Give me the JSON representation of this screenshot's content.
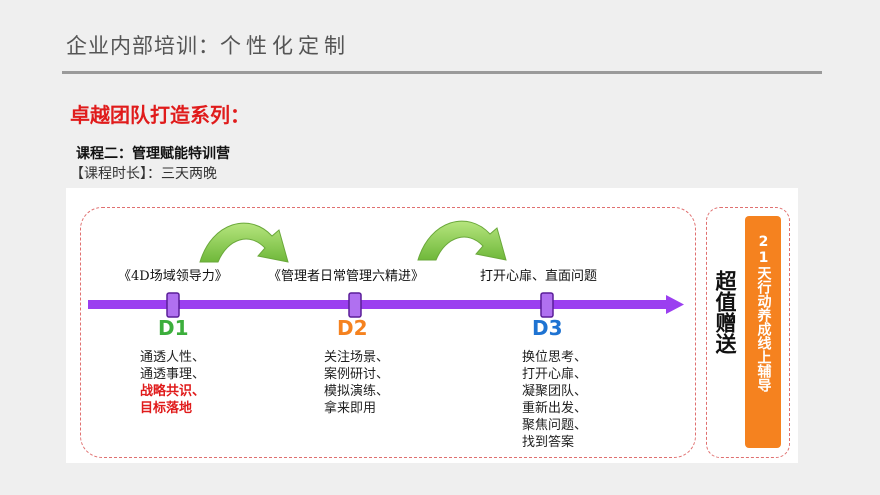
{
  "header": {
    "title": "企业内部培训：",
    "title_accent": "个性化定制"
  },
  "series": {
    "title": "卓越团队打造系列："
  },
  "course": {
    "name": "课程二：管理赋能特训营",
    "duration": "【课程时长】：三天两晚"
  },
  "modules": [
    {
      "title": "《4D场域领导力》"
    },
    {
      "title": "《管理者日常管理六精进》"
    },
    {
      "title": "打开心扉、直面问题"
    }
  ],
  "days": [
    {
      "label": "D1",
      "color": "#3cae3c",
      "items": [
        {
          "text": "通透人性、",
          "highlight": false
        },
        {
          "text": "通透事理、",
          "highlight": false
        },
        {
          "text": "战略共识、",
          "highlight": true
        },
        {
          "text": "目标落地",
          "highlight": true
        }
      ]
    },
    {
      "label": "D2",
      "color": "#f5821f",
      "items": [
        {
          "text": "关注场景、",
          "highlight": false
        },
        {
          "text": "案例研讨、",
          "highlight": false
        },
        {
          "text": "模拟演练、",
          "highlight": false
        },
        {
          "text": "拿来即用",
          "highlight": false
        }
      ]
    },
    {
      "label": "D3",
      "color": "#1e73d2",
      "items": [
        {
          "text": "换位思考、",
          "highlight": false
        },
        {
          "text": "打开心扉、",
          "highlight": false
        },
        {
          "text": "凝聚团队、",
          "highlight": false
        },
        {
          "text": "重新出发、",
          "highlight": false
        },
        {
          "text": "聚焦问题、",
          "highlight": false
        },
        {
          "text": "找到答案",
          "highlight": false
        }
      ]
    }
  ],
  "bonus": {
    "label": "超值赠送",
    "badge": "21天行动养成线上辅导"
  },
  "colors": {
    "timeline": "#9b3ff0",
    "arrow_green": "#8fd14f",
    "badge": "#f5821f",
    "series_red": "#e01b1b"
  }
}
